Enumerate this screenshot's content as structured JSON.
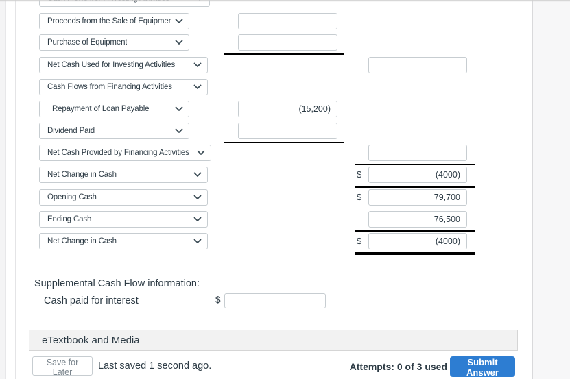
{
  "statement": {
    "dollar_symbol": "$",
    "rows": [
      {
        "label": "Cash Flows from Investing Activities",
        "size": "header",
        "partial": true
      },
      {
        "label": "Proceeds from the Sale of Equipment",
        "size": "narrow",
        "amount_col": "middle",
        "amount": ""
      },
      {
        "label": "Purchase of Equipment",
        "size": "narrow",
        "amount_col": "middle",
        "amount": "",
        "underline": "thin"
      },
      {
        "label": "Net Cash Used for Investing Activities",
        "size": "wide",
        "amount_col": "right",
        "amount": ""
      },
      {
        "label": "Cash Flows from Financing Activities",
        "size": "wide"
      },
      {
        "label": "Repayment of Loan Payable",
        "size": "narrow",
        "indent": true,
        "amount_col": "middle",
        "amount": "(15,200)"
      },
      {
        "label": "Dividend Paid",
        "size": "narrow",
        "amount_col": "middle",
        "amount": "",
        "underline": "thin"
      },
      {
        "label": "Net Cash Provided by Financing Activities",
        "size": "wider",
        "amount_col": "right",
        "amount": "",
        "underline": "thin"
      },
      {
        "label": "Net Change in Cash",
        "size": "wide",
        "amount_col": "right",
        "amount": "(4000)",
        "dollar": true,
        "underline": "thick"
      },
      {
        "label": "Opening Cash",
        "size": "wide",
        "amount_col": "right",
        "amount": "79,700",
        "dollar": true
      },
      {
        "label": "Ending Cash",
        "size": "wide",
        "amount_col": "right",
        "amount": "76,500",
        "underline": "thin"
      },
      {
        "label": "Net Change in Cash",
        "size": "wide",
        "amount_col": "right",
        "amount": "(4000)",
        "dollar": true,
        "underline": "thick"
      }
    ]
  },
  "supplemental": {
    "title": "Supplemental Cash Flow information:",
    "row_label": "Cash paid for interest",
    "dollar": "$",
    "value": ""
  },
  "footer": {
    "etextbook_label": "eTextbook and Media",
    "save_button": "Save for Later",
    "last_saved": "Last saved 1 second ago.",
    "attempts": "Attempts: 0 of 3 used",
    "submit_button": "Submit Answer"
  },
  "colors": {
    "accent_blue": "#2d7dd2",
    "text": "#2d3b45",
    "input_border": "#c7cdd1",
    "total_underline": "#000000"
  }
}
